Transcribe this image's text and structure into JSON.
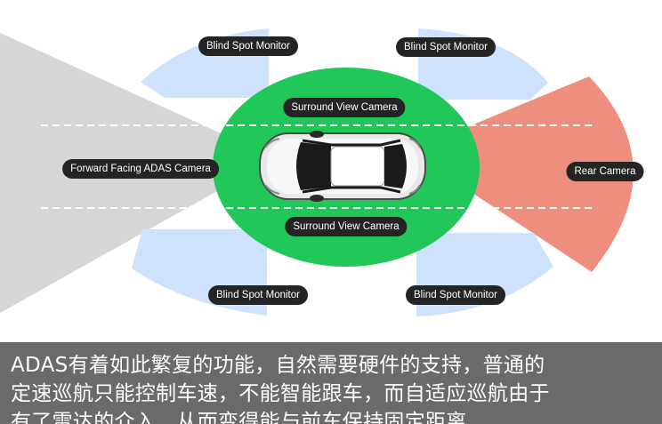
{
  "labels": {
    "blind_spot_top_left": "Blind Spot Monitor",
    "blind_spot_top_right": "Blind Spot Monitor",
    "blind_spot_bottom_left": "Blind Spot Monitor",
    "blind_spot_bottom_right": "Blind Spot Monitor",
    "surround_top": "Surround View Camera",
    "surround_bottom": "Surround View Camera",
    "forward": "Forward Facing ADAS Camera",
    "rear": "Rear Camera"
  },
  "caption": {
    "text": "ADAS有着如此繁复的功能，自然需要硬件的支持，普通的\n定速巡航只能控制车速，不能智能跟车，而自适应巡航由于\n有了雷达的介入，从而变得能与前车保持固定距离"
  },
  "colors": {
    "forward_zone": "#d6d6d6",
    "blind_spot_zone": "#cfe2fb",
    "surround_zone": "#22c75a",
    "rear_zone": "#ee8e7e",
    "label_bg": "#242424",
    "caption_bg": "#6a6a6a"
  }
}
